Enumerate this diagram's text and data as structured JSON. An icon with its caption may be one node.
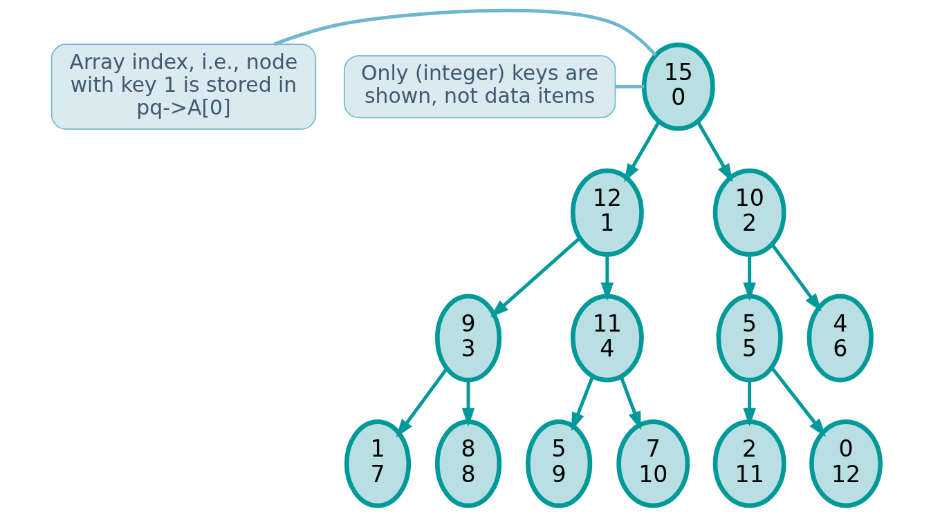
{
  "diagram": {
    "nodes": [
      {
        "text": [
          "Only (integer) keys are shown, not data items"
        ]
      },
      {
        "text": [
          "Array index, i.e., node with key 1 is stored in pq->A[0]"
        ]
      },
      {
        "text": [
          "15",
          "0"
        ]
      },
      {
        "text": [
          "12",
          "1"
        ]
      },
      {
        "text": [
          "10",
          "2"
        ]
      },
      {
        "text": [
          "9",
          "3"
        ]
      },
      {
        "text": [
          "11",
          "4"
        ]
      },
      {
        "text": [
          "5",
          "5"
        ]
      },
      {
        "text": [
          "4",
          "6"
        ]
      },
      {
        "text": [
          "1",
          "7"
        ]
      },
      {
        "text": [
          "8",
          "8"
        ]
      },
      {
        "text": [
          "5",
          "9"
        ]
      },
      {
        "text": [
          "7",
          "10"
        ]
      },
      {
        "text": [
          "2",
          "11"
        ]
      },
      {
        "text": [
          "0",
          "12"
        ]
      }
    ],
    "edges": [
      {
        "from": 0,
        "to": 2,
        "arrow": "none",
        "color": "#6fb7cf"
      },
      {
        "from": 1,
        "to": 2,
        "arrow": "none",
        "color": "#6fb7cf"
      },
      {
        "from": 2,
        "to": 3,
        "arrow": "to"
      },
      {
        "from": 2,
        "to": 4,
        "arrow": "to"
      },
      {
        "from": 3,
        "to": 5,
        "arrow": "to"
      },
      {
        "from": 3,
        "to": 6,
        "arrow": "to"
      },
      {
        "from": 4,
        "to": 7,
        "arrow": "to"
      },
      {
        "from": 4,
        "to": 8,
        "arrow": "to"
      },
      {
        "from": 5,
        "to": 9,
        "arrow": "to"
      },
      {
        "from": 5,
        "to": 10,
        "arrow": "to"
      },
      {
        "from": 6,
        "to": 11,
        "arrow": "to"
      },
      {
        "from": 6,
        "to": 12,
        "arrow": "to"
      },
      {
        "from": 7,
        "to": 13,
        "arrow": "to"
      },
      {
        "from": 7,
        "to": 14,
        "arrow": "to"
      }
    ]
  }
}
